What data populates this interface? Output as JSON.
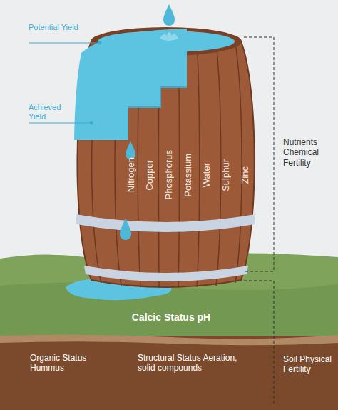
{
  "diagram": {
    "nodes": [
      {
        "text": [
          "Nitrogen"
        ]
      },
      {
        "text": [
          "Copper"
        ]
      },
      {
        "text": [
          "Phosphorus"
        ]
      },
      {
        "text": [
          "Potassium"
        ]
      },
      {
        "text": [
          "Water"
        ]
      },
      {
        "text": [
          "Sulphur"
        ]
      },
      {
        "text": [
          "Zinc"
        ]
      }
    ],
    "labels": [
      "Potential Yield",
      "Achieved Yield",
      "Nutrients Chemical Fertility",
      "Calcic Status pH",
      "Organic Status Hummus",
      "Structural Status Aeration, solid compounds",
      "Soil Physical Fertility"
    ]
  }
}
